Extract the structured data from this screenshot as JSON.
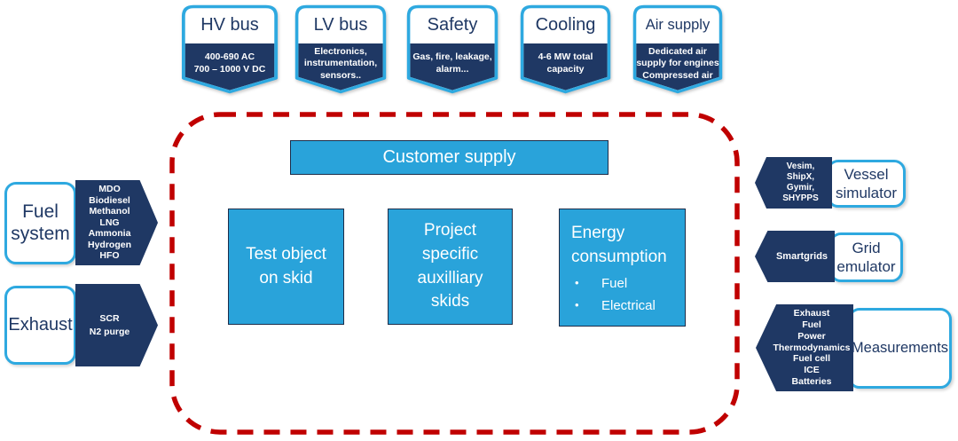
{
  "colors": {
    "accent_blue_fill": "#29a3da",
    "accent_blue_border": "#2ea9e0",
    "navy": "#1f3864",
    "dashed_red": "#c00000"
  },
  "top_banners": [
    {
      "title": "HV bus",
      "detail": "400-690 AC\n700 – 1000 V DC"
    },
    {
      "title": "LV bus",
      "detail": "Electronics,\ninstrumentation,\nsensors.."
    },
    {
      "title": "Safety",
      "detail": "Gas, fire, leakage,\nalarm..."
    },
    {
      "title": "Cooling",
      "detail": "4-6 MW total\ncapacity"
    },
    {
      "title": "Air supply",
      "detail": "Dedicated air\nsupply for engines\nCompressed air"
    }
  ],
  "left_ports": [
    {
      "label": "Fuel system",
      "items": [
        "MDO",
        "Biodiesel",
        "Methanol",
        "LNG",
        "Ammonia",
        "Hydrogen",
        "HFO"
      ]
    },
    {
      "label": "Exhaust",
      "items": [
        "SCR",
        "N2 purge"
      ]
    }
  ],
  "center": {
    "supply_bar": "Customer supply",
    "boxes": [
      {
        "label": "Test object on skid"
      },
      {
        "label": "Project specific auxilliary skids"
      },
      {
        "label": "Energy consumption",
        "bullets": [
          "Fuel",
          "Electrical"
        ]
      }
    ]
  },
  "right_ports": [
    {
      "label": "Vessel simulator",
      "items": [
        "Vesim,",
        "ShipX,",
        "Gymir,",
        "SHYPPS"
      ]
    },
    {
      "label": "Grid emulator",
      "items": [
        "Smartgrids"
      ]
    },
    {
      "label": "Measurements",
      "items": [
        "Exhaust",
        "Fuel",
        "Power",
        "Thermodynamics",
        "Fuel cell",
        "ICE",
        "Batteries"
      ]
    }
  ]
}
